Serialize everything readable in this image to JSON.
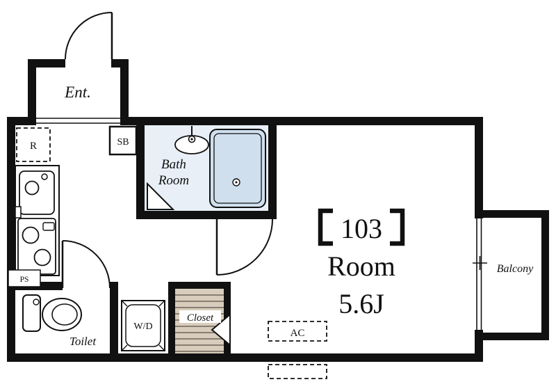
{
  "meta": {
    "kind": "apartment-floor-plan"
  },
  "rooms": {
    "entrance": "Ent.",
    "bath_line1": "Bath",
    "bath_line2": "Room",
    "toilet": "Toilet",
    "closet": "Closet",
    "balcony": "Balcony",
    "main_label_full": "【103】Room 5.6J",
    "main_number": "103",
    "main_word": "Room",
    "main_size": "5.6J"
  },
  "fixtures": {
    "refrigerator": "R",
    "shoe_box": "SB",
    "pipe_space": "PS",
    "washer_dryer": "W/D",
    "air_conditioner": "AC"
  },
  "colors": {
    "wall": "#111111",
    "bath_room_fill": "#e8eff7",
    "bathtub_fill": "#cfdfee",
    "closet_fill": "#d8cdbc",
    "closet_line": "#6e6458",
    "background": "#ffffff"
  }
}
